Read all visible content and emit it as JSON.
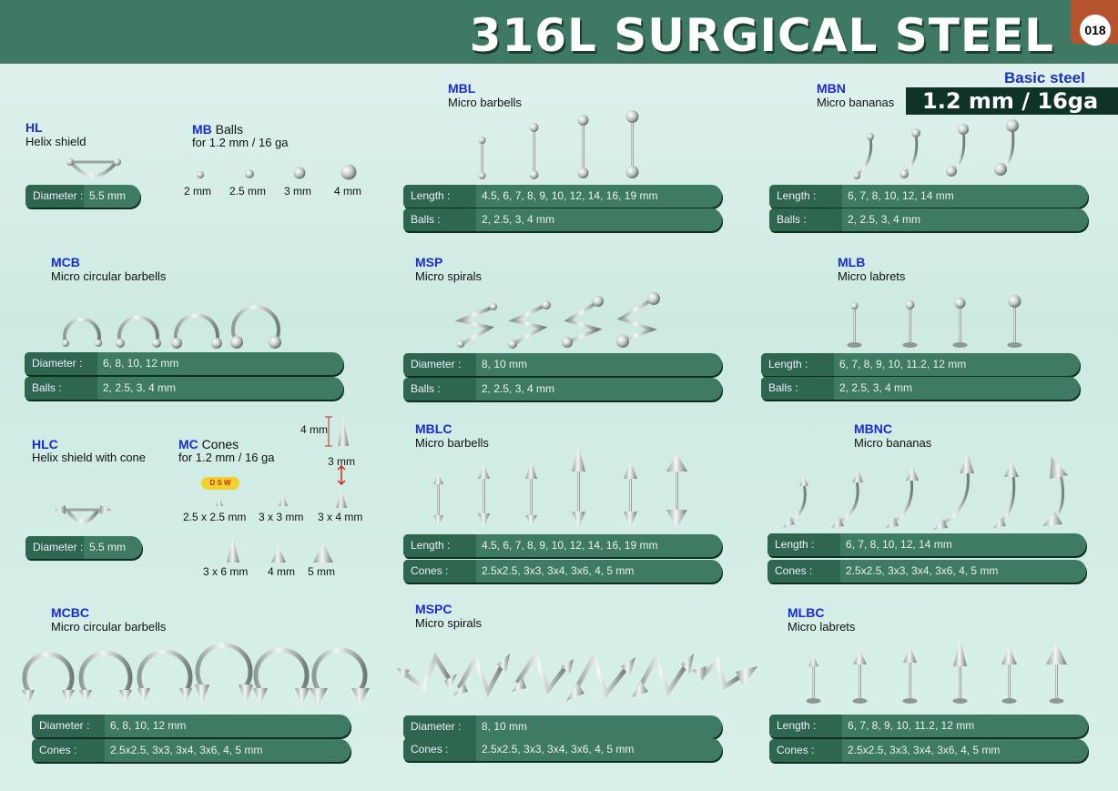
{
  "header": {
    "title": "316L SURGICAL STEEL",
    "page_number": "018",
    "basic_steel": "Basic steel",
    "gauge": "1.2 mm / 16ga"
  },
  "sections": {
    "hl": {
      "code": "HL",
      "desc": "Helix shield",
      "bars": [
        {
          "label": "Diameter :",
          "value": "5.5 mm"
        }
      ]
    },
    "mb": {
      "code": "MB",
      "code_suffix": "Balls",
      "desc": "for 1.2 mm / 16 ga",
      "sizes": [
        "2 mm",
        "2.5 mm",
        "3 mm",
        "4 mm"
      ]
    },
    "mbl": {
      "code": "MBL",
      "desc": "Micro barbells",
      "bars": [
        {
          "label": "Length :",
          "value": "4.5, 6, 7, 8, 9, 10, 12, 14, 16, 19 mm"
        },
        {
          "label": "Balls :",
          "value": "2, 2.5, 3, 4 mm"
        }
      ]
    },
    "mbn": {
      "code": "MBN",
      "desc": "Micro bananas",
      "bars": [
        {
          "label": "Length :",
          "value": "6, 7, 8, 10, 12, 14 mm"
        },
        {
          "label": "Balls :",
          "value": "2, 2.5, 3, 4 mm"
        }
      ]
    },
    "mcb": {
      "code": "MCB",
      "desc": "Micro circular barbells",
      "bars": [
        {
          "label": "Diameter :",
          "value": "6, 8, 10, 12 mm"
        },
        {
          "label": "Balls :",
          "value": "2, 2.5, 3, 4 mm"
        }
      ]
    },
    "msp": {
      "code": "MSP",
      "desc": "Micro spirals",
      "bars": [
        {
          "label": "Diameter :",
          "value": "8, 10 mm"
        },
        {
          "label": "Balls :",
          "value": "2, 2.5, 3, 4 mm"
        }
      ]
    },
    "mlb": {
      "code": "MLB",
      "desc": "Micro labrets",
      "bars": [
        {
          "label": "Length :",
          "value": "6, 7, 8, 9, 10, 11.2, 12 mm"
        },
        {
          "label": "Balls :",
          "value": "2, 2.5, 3, 4 mm"
        }
      ]
    },
    "hlc": {
      "code": "HLC",
      "desc": "Helix shield with cone",
      "bars": [
        {
          "label": "Diameter :",
          "value": "5.5 mm"
        }
      ]
    },
    "mc": {
      "code": "MC",
      "code_suffix": "Cones",
      "desc": "for 1.2 mm / 16 ga",
      "stamp": "D S W",
      "dim_height": "4 mm",
      "dim_base": "3 mm",
      "sizes_row1": [
        "2.5 x 2.5 mm",
        "3 x 3 mm",
        "3 x 4 mm"
      ],
      "sizes_row2": [
        "3 x 6 mm",
        "4 mm",
        "5 mm"
      ]
    },
    "mblc": {
      "code": "MBLC",
      "desc": "Micro barbells",
      "bars": [
        {
          "label": "Length :",
          "value": "4.5, 6, 7, 8, 9, 10, 12, 14, 16, 19 mm"
        },
        {
          "label": "Cones :",
          "value": "2.5x2.5, 3x3, 3x4, 3x6, 4, 5 mm"
        }
      ]
    },
    "mbnc": {
      "code": "MBNC",
      "desc": "Micro bananas",
      "bars": [
        {
          "label": "Length :",
          "value": "6, 7, 8, 10, 12, 14 mm"
        },
        {
          "label": "Cones :",
          "value": "2.5x2.5, 3x3, 3x4, 3x6, 4, 5 mm"
        }
      ]
    },
    "mcbc": {
      "code": "MCBC",
      "desc": "Micro circular barbells",
      "bars": [
        {
          "label": "Diameter :",
          "value": "6, 8, 10, 12 mm"
        },
        {
          "label": "Cones :",
          "value": "2.5x2.5, 3x3, 3x4, 3x6, 4, 5 mm"
        }
      ]
    },
    "mspc": {
      "code": "MSPC",
      "desc": "Micro spirals",
      "bars": [
        {
          "label": "Diameter :",
          "value": "8, 10 mm"
        },
        {
          "label": "Cones :",
          "value": "2.5x2.5, 3x3, 3x4, 3x6, 4, 5 mm"
        }
      ]
    },
    "mlbc": {
      "code": "MLBC",
      "desc": "Micro labrets",
      "bars": [
        {
          "label": "Length :",
          "value": "6, 7, 8, 9, 10, 11.2, 12 mm"
        },
        {
          "label": "Cones :",
          "value": "2.5x2.5, 3x3, 3x4, 3x6, 4, 5 mm"
        }
      ]
    }
  },
  "colors": {
    "header_green": "#3e7a63",
    "bar_green": "#3f7a62",
    "code_blue": "#1a2bd0",
    "page_tab": "#b5532f",
    "gauge_bg": "#103327"
  }
}
